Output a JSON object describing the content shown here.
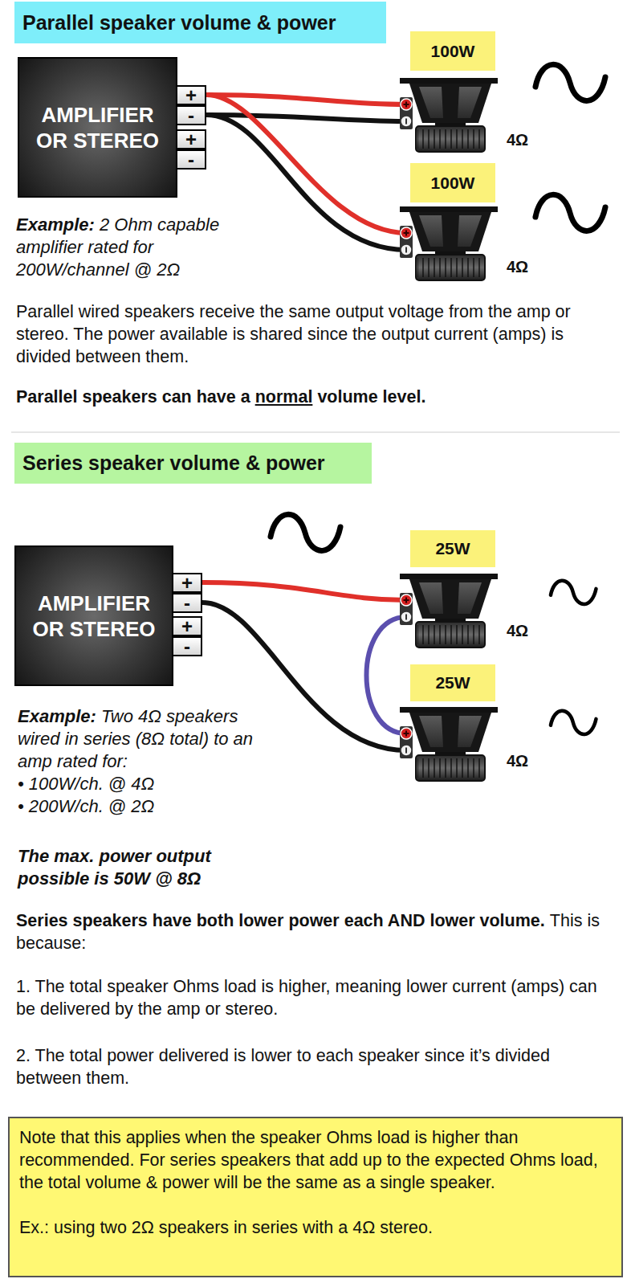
{
  "diagram": {
    "nodes": [
      {
        "text": [
          "Parallel speaker volume & power"
        ]
      },
      {
        "text": [
          "AMPLIFIER OR STEREO"
        ]
      },
      {
        "text": [
          "+"
        ]
      },
      {
        "text": [
          "-"
        ]
      },
      {
        "text": [
          "+"
        ]
      },
      {
        "text": [
          "-"
        ]
      },
      {
        "text": [
          "100W"
        ]
      },
      {
        "text": [
          "100W"
        ]
      },
      {
        "text": [
          "Series speaker volume & power"
        ]
      },
      {
        "text": [
          "AMPLIFIER OR STEREO"
        ]
      },
      {
        "text": [
          "+"
        ]
      },
      {
        "text": [
          "-"
        ]
      },
      {
        "text": [
          "+"
        ]
      },
      {
        "text": [
          "-"
        ]
      },
      {
        "text": [
          "25W"
        ]
      },
      {
        "text": [
          "25W"
        ]
      },
      {
        "text": [
          "Note that this applies when the speaker Ohms load is higher than recommended. For series speakers that add up to the expected Ohms load, the total volume & power will be the same as a single speaker.",
          "Ex.: using two 2Ω speakers in series with a 4Ω stereo."
        ]
      }
    ],
    "labels": [
      "4Ω",
      "4Ω",
      "Example:",
      "2 Ohm capable amplifier rated for 200W/channel @ 2Ω",
      "Parallel wired speakers receive the same output voltage from the amp or stereo. The power available is shared since the output current (amps) is divided between them.",
      "Parallel speakers can have a",
      "normal",
      "volume level.",
      "4Ω",
      "4Ω",
      "Example:",
      "Two 4Ω speakers wired in series (8Ω total) to an amp rated for:",
      "• 100W/ch. @ 4Ω",
      "• 200W/ch. @ 2Ω",
      "The max. power output possible is 50W @ 8Ω",
      "Series speakers have both lower power each AND lower volume.",
      "This is because:",
      "1. The total speaker Ohms load is higher, meaning lower current (amps) can be delivered by the amp or stereo.",
      "2. The total power delivered is lower to each speaker since it’s divided between them."
    ]
  }
}
